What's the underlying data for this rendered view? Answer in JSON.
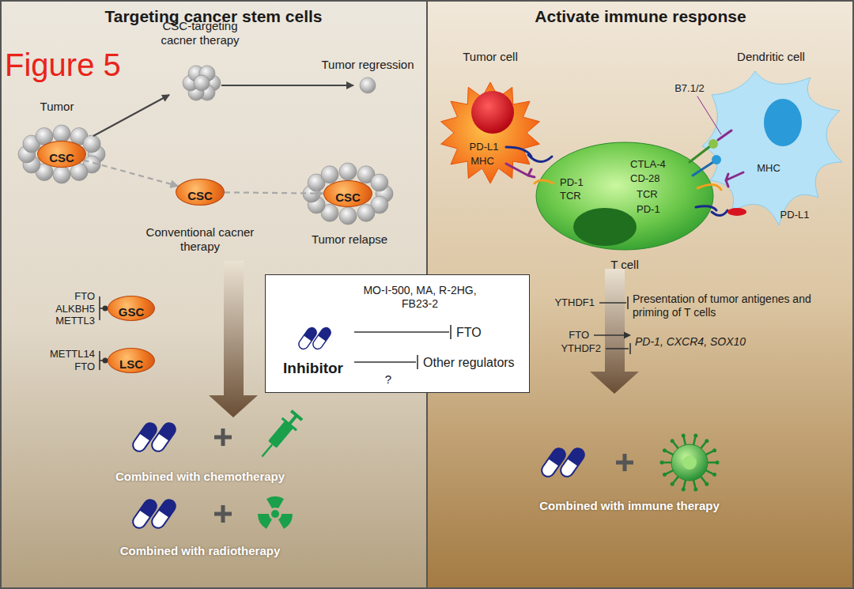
{
  "diagram": {
    "nodes": [
      {
        "text": [
          "Targeting cancer stem cells"
        ]
      },
      {
        "text": [
          "Activate immune response"
        ]
      },
      {
        "text": [
          "CSC"
        ],
        "in": 0
      },
      {
        "text": [
          "CSC"
        ],
        "in": 0
      },
      {
        "text": [
          "CSC"
        ],
        "in": 0
      },
      {
        "text": [
          "GSC"
        ],
        "in": 0
      },
      {
        "text": [
          "LSC"
        ],
        "in": 0
      },
      {
        "text": [
          "MO-I-500, MA, R-2HG, FB23-2",
          "Inhibitor",
          "FTO",
          "Other regulators",
          "?"
        ]
      }
    ],
    "edges": [
      {
        "from": 2,
        "to": 3,
        "arrow": "to"
      },
      {
        "from": 3,
        "to": 4,
        "arrow": "to"
      }
    ],
    "labels": [
      "Figure 5",
      "CSC-targeting cacner therapy",
      "Tumor regression",
      "Tumor",
      "Conventional cacner therapy",
      "Tumor relapse",
      "FTO ALKBH5 METTL3",
      "METTL14 FTO",
      "Combined with chemotherapy",
      "Combined with radiotherapy",
      "Tumor cell",
      "Dendritic cell",
      "PD-L1",
      "MHC",
      "PD-1",
      "TCR",
      "CTLA-4",
      "CD-28",
      "TCR",
      "PD-1",
      "B7.1/2",
      "MHC",
      "PD-L1",
      "T cell",
      "YTHDF1",
      "Presentation of tumor antigenes and priming of T cells",
      "FTO",
      "YTHDF2",
      "PD-1, CXCR4, SOX10",
      "Combined with immune therapy"
    ]
  }
}
